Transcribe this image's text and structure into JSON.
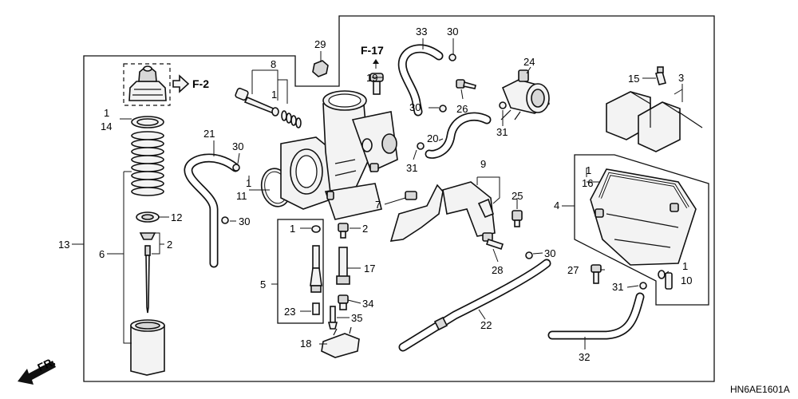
{
  "diagram": {
    "drawing_code": "HN6AE1601A",
    "front_indicator": "FR.",
    "references": [
      {
        "id": "ref-f2",
        "text": "F-2"
      },
      {
        "id": "ref-f17",
        "text": "F-17"
      }
    ],
    "callouts": [
      {
        "id": "c-29",
        "text": "29"
      },
      {
        "id": "c-8",
        "text": "8"
      },
      {
        "id": "c-1-a",
        "text": "1"
      },
      {
        "id": "c-33",
        "text": "33"
      },
      {
        "id": "c-30-a",
        "text": "30"
      },
      {
        "id": "c-24",
        "text": "24"
      },
      {
        "id": "c-19",
        "text": "19"
      },
      {
        "id": "c-26",
        "text": "26"
      },
      {
        "id": "c-30-b",
        "text": "30"
      },
      {
        "id": "c-31-a",
        "text": "31"
      },
      {
        "id": "c-15",
        "text": "15"
      },
      {
        "id": "c-3",
        "text": "3"
      },
      {
        "id": "c-1-b",
        "text": "1"
      },
      {
        "id": "c-14",
        "text": "14"
      },
      {
        "id": "c-21",
        "text": "21"
      },
      {
        "id": "c-30-c",
        "text": "30"
      },
      {
        "id": "c-20",
        "text": "20"
      },
      {
        "id": "c-31-b",
        "text": "31"
      },
      {
        "id": "c-9",
        "text": "9"
      },
      {
        "id": "c-1-c",
        "text": "1"
      },
      {
        "id": "c-16",
        "text": "16"
      },
      {
        "id": "c-1-d",
        "text": "1"
      },
      {
        "id": "c-11",
        "text": "11"
      },
      {
        "id": "c-7",
        "text": "7"
      },
      {
        "id": "c-25",
        "text": "25"
      },
      {
        "id": "c-4",
        "text": "4"
      },
      {
        "id": "c-12",
        "text": "12"
      },
      {
        "id": "c-30-d",
        "text": "30"
      },
      {
        "id": "c-1-e",
        "text": "1"
      },
      {
        "id": "c-2-a",
        "text": "2"
      },
      {
        "id": "c-2-b",
        "text": "2"
      },
      {
        "id": "c-13",
        "text": "13"
      },
      {
        "id": "c-6",
        "text": "6"
      },
      {
        "id": "c-28",
        "text": "28"
      },
      {
        "id": "c-30-e",
        "text": "30"
      },
      {
        "id": "c-17",
        "text": "17"
      },
      {
        "id": "c-27",
        "text": "27"
      },
      {
        "id": "c-1-f",
        "text": "1"
      },
      {
        "id": "c-10",
        "text": "10"
      },
      {
        "id": "c-5",
        "text": "5"
      },
      {
        "id": "c-31-c",
        "text": "31"
      },
      {
        "id": "c-34",
        "text": "34"
      },
      {
        "id": "c-23",
        "text": "23"
      },
      {
        "id": "c-35",
        "text": "35"
      },
      {
        "id": "c-22",
        "text": "22"
      },
      {
        "id": "c-18",
        "text": "18"
      },
      {
        "id": "c-32",
        "text": "32"
      }
    ]
  }
}
